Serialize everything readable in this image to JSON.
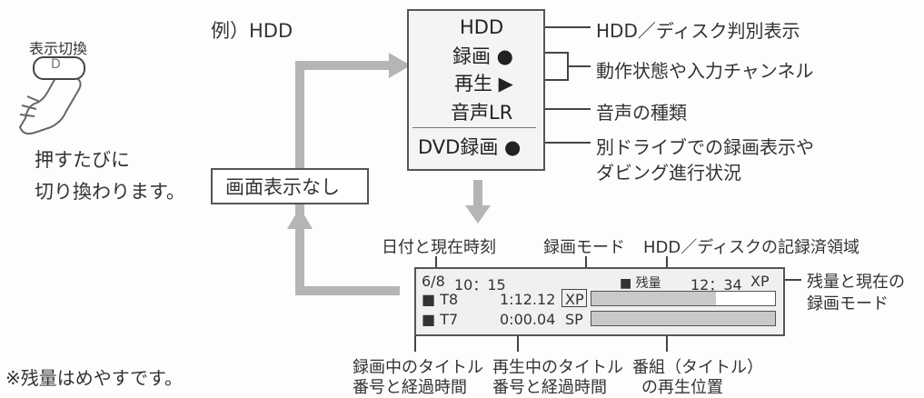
{
  "button": {
    "label": "表示切換",
    "key": "D"
  },
  "instruction": {
    "line1": "押すたびに",
    "line2": "切り換わります。"
  },
  "example_label": "例）HDD",
  "no_display_box": "画面表示なし",
  "display_panel": {
    "lines": [
      "HDD",
      "録画 ●",
      "再生 ▶",
      "音声LR",
      "DVD録画 ●"
    ]
  },
  "callouts": {
    "disc_indicator": "HDD／ディスク判別表示",
    "status_channel": "動作状態や入力チャンネル",
    "audio_type": "音声の種類",
    "other_drive_line1": "別ドライブでの録画表示や",
    "other_drive_line2": "ダビング進行状況"
  },
  "lower_labels": {
    "date_time": "日付と現在時刻",
    "rec_mode": "録画モード",
    "recorded_area": "HDD／ディスクの記録済領域",
    "remaining_line1": "残量と現在の",
    "remaining_line2": "録画モード",
    "rec_title_line1": "録画中のタイトル",
    "rec_title_line2": "番号と経過時間",
    "play_title_line1": "再生中のタイトル",
    "play_title_line2": "番号と経過時間",
    "program_pos_line1": "番組（タイトル）",
    "program_pos_line2": "の再生位置"
  },
  "osd": {
    "date": "6/8",
    "time": "10：15",
    "remaining_label": "■ 残量",
    "remaining_time": "12：34",
    "remaining_mode": "XP",
    "row1": {
      "title": "■ T8",
      "elapsed": "1:12.12",
      "mode": "XP"
    },
    "row2": {
      "title": "■ T7",
      "elapsed": "0:00.04",
      "mode": "SP"
    }
  },
  "footnote": "※残量はめやすです。",
  "colors": {
    "arrow": "#b5b5b5",
    "panel_bg": "#f4f4f2",
    "bar_fill": "#c9c9c9",
    "line": "#444"
  }
}
